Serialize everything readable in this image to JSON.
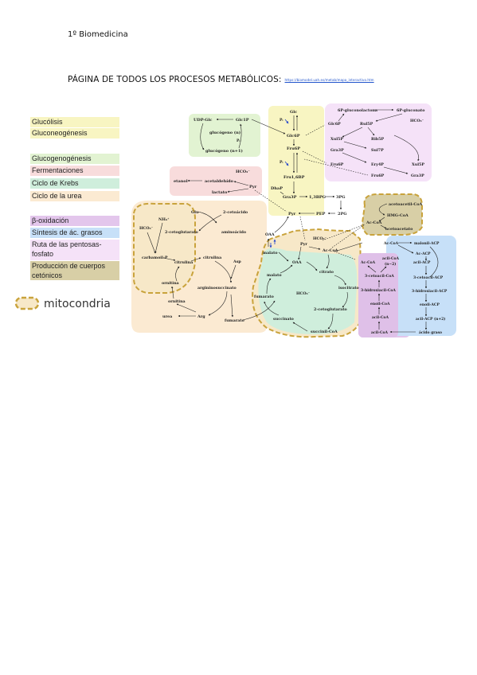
{
  "header": {
    "course": "1º Biomedicina"
  },
  "title": {
    "text": "PÁGINA DE TODOS LOS PROCESOS METABÓLICOS:",
    "link": "https://biomodel.uah.es/metab/mapa_interactivo.htm"
  },
  "legend": {
    "items": [
      {
        "label": "Glucólisis",
        "color": "#f8f5c2"
      },
      {
        "label": "Gluconeogénesis",
        "color": "#f8f5c2"
      },
      {
        "label": "Glucogenogénesis",
        "color": "#e2f3d2"
      },
      {
        "label": "Fermentaciones",
        "color": "#f8dcdc"
      },
      {
        "label": "Ciclo de Krebs",
        "color": "#cfeedc"
      },
      {
        "label": "Ciclo de la urea",
        "color": "#fbead2"
      },
      {
        "label": "β-oxidación",
        "color": "#e3c6ec"
      },
      {
        "label": "Síntesis de ác. grasos",
        "color": "#c7e0f8"
      },
      {
        "label": "Ruta de las pentosas-fosfato",
        "color": "#f5e2f8"
      },
      {
        "label": "Producción de cuerpos cetónicos",
        "color": "#d8cfa6"
      }
    ],
    "mitochondria_label": "mitocondria",
    "mitochondria_border": "#c9a33c",
    "mitochondria_fill": "#f7e8c8"
  },
  "metabolites": {
    "glc": "Glc",
    "pi1": "Pᵢ",
    "glc6p": "Glc6P",
    "pi2": "Pᵢ",
    "fru6p": "Fru6P",
    "fru16bp": "Fru1,6BP",
    "dhap": "DhaP",
    "gra3p": "Gra3P",
    "bpg13": "1,3BPG",
    "pg3": "3PG",
    "pg2": "2PG",
    "pep": "PEP",
    "pyr": "Pyr",
    "udpglc": "UDP-Glc",
    "glc1p": "Glc1P",
    "glycogen_n": "glucógeno (n)",
    "pi_gly": "Pᵢ",
    "glycogen_n1": "glucógeno (n+1)",
    "etanol": "etanol",
    "acetaldehido": "acetaldehído",
    "lactato": "lactato",
    "pyr_ferm": "Pyr",
    "hco3_ferm": "HCO₃⁻",
    "gluconolactone": "6P-gluconolactona",
    "gluconate": "6P-gluconato",
    "hco3_pp": "HCO₃⁻",
    "glc6p_pp": "Glc6P",
    "rul5p": "Rul5P",
    "xul5p": "Xul5P",
    "rib5p": "Rib5P",
    "gra3p_pp": "Gra3P",
    "sul7p": "Sul7P",
    "fru6p_pp": "Fru6P",
    "ery4p": "Ery4P",
    "xul5p_b": "Xul5P",
    "fru6p_pp2": "Fru6P",
    "gra3p_pp2": "Gra3P",
    "acetoacetyl": "acetoacetil-CoA",
    "hmgcoa": "HMG-CoA",
    "acoa_ket": "Ac-CoA",
    "acetoacetato": "acetoacetato",
    "glu": "Glu",
    "cetoacido": "2-cetoácido",
    "cetoglutarato_u": "2-cetoglutarato",
    "aminoacido": "aminoácido",
    "hco3_u": "HCO₃⁻",
    "nh4": "NH₄⁺",
    "carbamoil": "carbamoil-P",
    "citrulina1": "citrulina",
    "citrulina2": "citrulina",
    "ornitina1": "ornitina",
    "ornitina2": "ornitina",
    "asp": "Asp",
    "argininosuccinato": "argininosuccinato",
    "urea": "urea",
    "arg": "Arg",
    "fumarato_u": "fumarato",
    "oaa_c": "OAA",
    "malato_c": "malato",
    "pyr_m": "Pyr",
    "hco3_m": "HCO₃⁻",
    "acoa_k": "Ac-CoA",
    "oaa_m": "OAA",
    "malato_m": "malato",
    "citrato": "citrato",
    "isocitrato": "isocitrato",
    "hco3_k": "HCO₃⁻",
    "fumarato_k": "fumarato",
    "cetoglutarato_k": "2-cetoglutarato",
    "succinato": "succinato",
    "succinilcoa": "succinil-CoA",
    "acoa_b": "Ac-CoA",
    "acilcoa_n2": "acil-CoA",
    "n_minus2": "(n−2)",
    "cetoacil": "3-cetoacil-CoA",
    "hidroxiacil": "3-hidroxiacil-CoA",
    "enoilcoa": "enoil-CoA",
    "acilcoa_b": "acil-CoA",
    "acilcoa_bottom": "acil-CoA",
    "acoa_f": "Ac-CoA",
    "malonil": "malonil-ACP",
    "acacp": "Ac-ACP",
    "acilacp": "acil-ACP",
    "cetoacilacp": "3-cetoacil-ACP",
    "hidroxiacilacp": "3-hidroxiacil-ACP",
    "enoilacp": "enoil-ACP",
    "acilacp_n2": "acil-ACP (n+2)",
    "acido_graso": "ácido graso"
  }
}
